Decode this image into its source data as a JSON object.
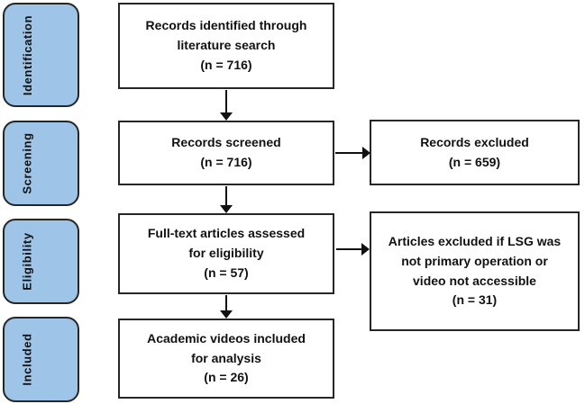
{
  "diagram": {
    "type": "prisma-flow",
    "stages": [
      {
        "label": "Identification"
      },
      {
        "label": "Screening"
      },
      {
        "label": "Eligibility"
      },
      {
        "label": "Included"
      }
    ],
    "flow": [
      {
        "text": "Records identified through\nliterature search\n(n = 716)"
      },
      {
        "text": "Records screened\n(n = 716)"
      },
      {
        "text": "Full-text articles assessed\nfor eligibility\n(n = 57)"
      },
      {
        "text": "Academic videos included\nfor analysis\n(n = 26)"
      }
    ],
    "exclusions": [
      {
        "text": "Records excluded\n(n = 659)"
      },
      {
        "text": "Articles excluded if LSG was\nnot primary operation or\nvideo not accessible\n(n = 31)"
      }
    ],
    "counts": {
      "identified": 716,
      "screened": 716,
      "records_excluded": 659,
      "fulltext_assessed": 57,
      "articles_excluded": 31,
      "videos_included": 26
    },
    "colors": {
      "stage_fill": "#9EC4E7",
      "border": "#262626",
      "box_fill": "#ffffff",
      "text": "#111111",
      "background": "#ffffff"
    }
  }
}
